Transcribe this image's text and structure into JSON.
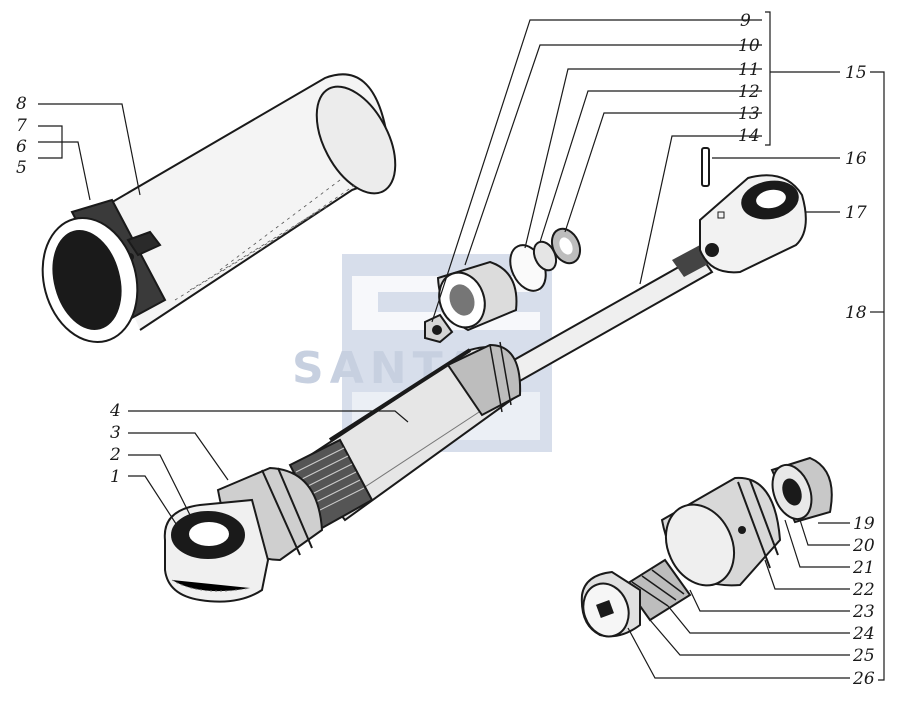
{
  "colors": {
    "ink": "#1a1a1a",
    "paper": "#ffffff",
    "watermark": "#b8c4dc"
  },
  "watermark": {
    "text": "SANTAL"
  },
  "callouts": {
    "n1": "1",
    "n2": "2",
    "n3": "3",
    "n4": "4",
    "n5": "5",
    "n6": "6",
    "n7": "7",
    "n8": "8",
    "n9": "9",
    "n10": "10",
    "n11": "11",
    "n12": "12",
    "n13": "13",
    "n14": "14",
    "n15": "15",
    "n16": "16",
    "n17": "17",
    "n18": "18",
    "n19": "19",
    "n20": "20",
    "n21": "21",
    "n22": "22",
    "n23": "23",
    "n24": "24",
    "n25": "25",
    "n26": "26"
  }
}
